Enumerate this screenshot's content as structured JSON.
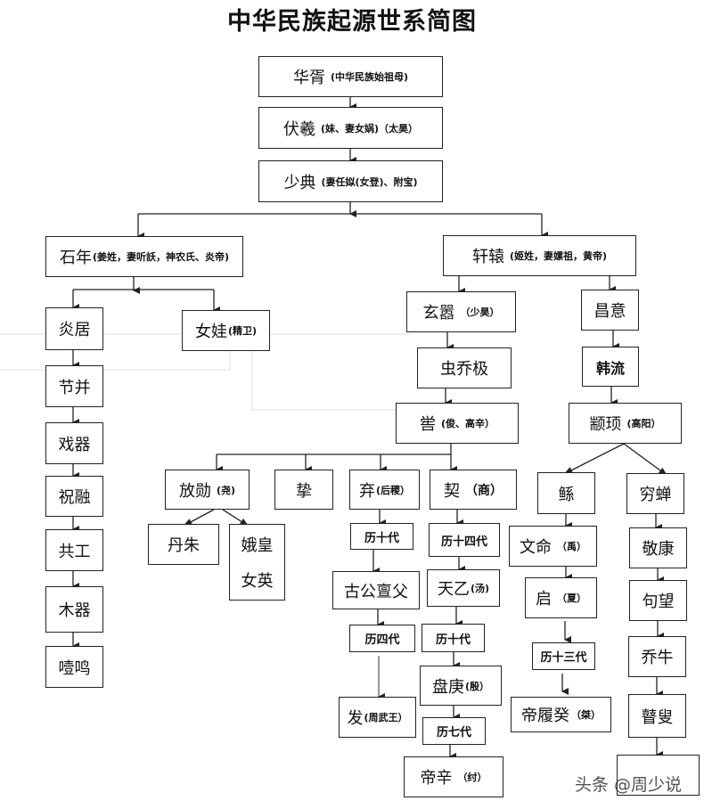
{
  "title": "中华民族起源世系简图",
  "watermark": "头条 @周少说",
  "nodes": {
    "huaxu": {
      "name": "华胥",
      "note": "(中华民族始祖母)"
    },
    "fuxi": {
      "name": "伏羲",
      "note": "(妹、妻女娲)（太昊）"
    },
    "shaodian": {
      "name": "少典",
      "note": "(妻任姒(女登)、附宝)"
    },
    "shinian": {
      "name": "石年",
      "note": "(姜姓，妻听訞，神农氏、炎帝)"
    },
    "xuanyuan": {
      "name": "轩辕",
      "note": "(姬姓，妻嫘祖，黄帝)"
    },
    "yanju": {
      "name": "炎居"
    },
    "nuwa": {
      "name": "女娃",
      "note": "(精卫)"
    },
    "jiebing": {
      "name": "节并"
    },
    "xiqi": {
      "name": "戏器"
    },
    "zhurong": {
      "name": "祝融"
    },
    "gonggong": {
      "name": "共工"
    },
    "muqi": {
      "name": "木器"
    },
    "yeming": {
      "name": "噎鸣"
    },
    "xuanxiao": {
      "name": "玄嚣",
      "note": "（少昊）"
    },
    "changyi": {
      "name": "昌意"
    },
    "jiaoji": {
      "name": "虫乔极"
    },
    "hanliu": {
      "name": "韩流"
    },
    "ku": {
      "name": "喾",
      "note": "(俊、高辛）"
    },
    "zhuanxu": {
      "name": "颛顼",
      "note": "(高阳）"
    },
    "fangxun": {
      "name": "放勋",
      "note": "(尧)"
    },
    "zhi": {
      "name": "挚"
    },
    "qi_houji": {
      "name": "弃",
      "note": "(后稷）"
    },
    "xie": {
      "name": "契",
      "note": "（商）"
    },
    "gun": {
      "name": "鲧"
    },
    "qiongchan": {
      "name": "穷蝉"
    },
    "danzhu": {
      "name": "丹朱"
    },
    "ehuang": {
      "name": "娥皇",
      "name2": "女英"
    },
    "gen10a": {
      "name": "历十代"
    },
    "gen14": {
      "name": "历十四代"
    },
    "wenming": {
      "name": "文命",
      "note": "（禹）"
    },
    "jingkang": {
      "name": "敬康"
    },
    "gugong": {
      "name": "古公亶父"
    },
    "tianyi": {
      "name": "天乙",
      "note": "(汤)"
    },
    "qi_xia": {
      "name": "启",
      "note": "（夏）"
    },
    "jüwang": {
      "name": "句望"
    },
    "gen4": {
      "name": "历四代"
    },
    "gen10b": {
      "name": "历十代"
    },
    "gen13": {
      "name": "历十三代"
    },
    "qiaoniu": {
      "name": "乔牛"
    },
    "pangeng": {
      "name": "盘庚",
      "note": "(殷）"
    },
    "fa": {
      "name": "发",
      "note": "(周武王）"
    },
    "lügui": {
      "name": "帝履癸",
      "note": "（桀）"
    },
    "gusou": {
      "name": "瞽叟"
    },
    "gen7": {
      "name": "历七代"
    },
    "dixin": {
      "name": "帝辛",
      "note": "（纣）"
    }
  }
}
